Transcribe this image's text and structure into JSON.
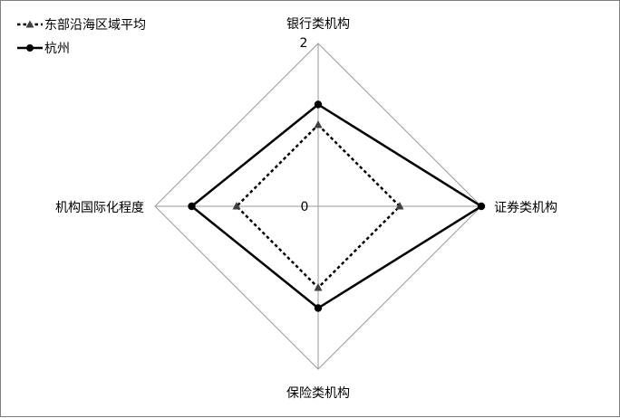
{
  "chart_data": {
    "type": "radar",
    "title": "",
    "categories": [
      "银行类机构",
      "证券类机构",
      "保险类机构",
      "机构国际化程度"
    ],
    "rmin": 0,
    "rmax": 2,
    "tick_labels": {
      "min": "0",
      "max": "2"
    },
    "grid": true,
    "legend_position": "top-left",
    "series": [
      {
        "name": "东部沿海区域平均",
        "values": [
          1.0,
          1.0,
          1.0,
          1.0
        ],
        "color": "#000000",
        "marker_color": "#404040",
        "marker": "triangle",
        "line_style": "dotted"
      },
      {
        "name": "杭州",
        "values": [
          1.25,
          2.0,
          1.25,
          1.55
        ],
        "color": "#000000",
        "marker_color": "#000000",
        "marker": "circle",
        "line_style": "solid"
      }
    ]
  }
}
